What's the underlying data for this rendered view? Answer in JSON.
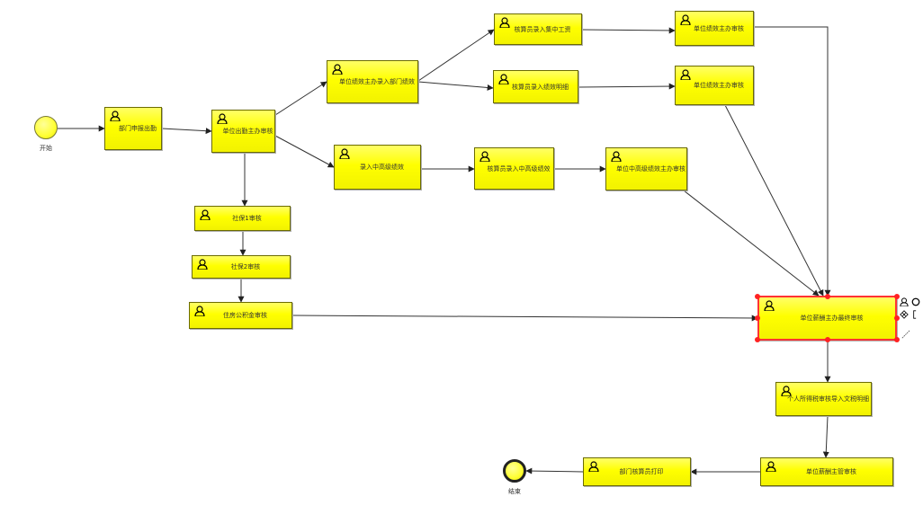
{
  "diagram": {
    "start_event": {
      "label": "开始"
    },
    "end_event": {
      "label": "结束"
    },
    "tasks": [
      {
        "id": "t1",
        "label": "部门申报出勤"
      },
      {
        "id": "t2",
        "label": "单位出勤主办审核"
      },
      {
        "id": "t3",
        "label": "单位绩效主办录入部门绩效"
      },
      {
        "id": "t4",
        "label": "核算员录入集中工资"
      },
      {
        "id": "t5",
        "label": "单位绩效主办审核"
      },
      {
        "id": "t6",
        "label": "核算员录入绩效明细"
      },
      {
        "id": "t7",
        "label": "单位绩效主办审核"
      },
      {
        "id": "t8",
        "label": "录入中高级绩效"
      },
      {
        "id": "t9",
        "label": "核算员录入中高级绩效"
      },
      {
        "id": "t10",
        "label": "单位中高级绩效主办审核"
      },
      {
        "id": "t11",
        "label": "社保1审核"
      },
      {
        "id": "t12",
        "label": "社保2审核"
      },
      {
        "id": "t13",
        "label": "住房公积金审核"
      },
      {
        "id": "t14",
        "label": "单位薪酬主办最终审核"
      },
      {
        "id": "t15",
        "label": "个人所得税审核导入文税明细"
      },
      {
        "id": "t16",
        "label": "单位薪酬主管审核"
      },
      {
        "id": "t17",
        "label": "部门核算员打印"
      }
    ],
    "selected_task": "t14",
    "colors": {
      "task_fill": "#ffff00",
      "selected_border": "#ff3333",
      "edge": "#333333"
    }
  }
}
